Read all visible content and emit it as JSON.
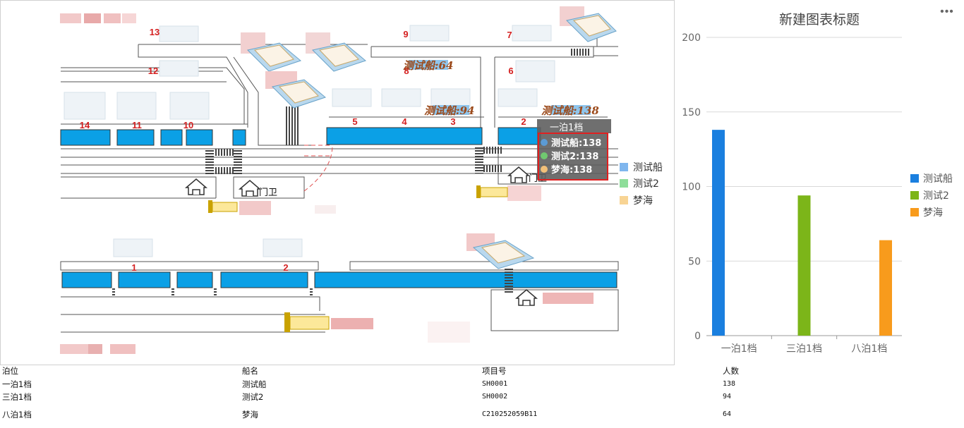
{
  "map": {
    "gate_labels": [
      "门卫",
      "门卫"
    ],
    "ship_labels": [
      {
        "text": "测试船:64"
      },
      {
        "text": "测试船:94"
      },
      {
        "text": "测试船:138"
      }
    ],
    "berth_numbers_top": [
      "13",
      "12",
      "14",
      "11",
      "10",
      "9",
      "8",
      "7",
      "6",
      "5",
      "4",
      "3",
      "2"
    ],
    "berth_numbers_bottom": [
      "1",
      "2"
    ],
    "tooltip": {
      "title": "一泊1档",
      "rows": [
        {
          "label": "测试船:138",
          "color": "#5b9bd5"
        },
        {
          "label": "测试2:138",
          "color": "#70c970"
        },
        {
          "label": "梦海:138",
          "color": "#f2c079"
        }
      ],
      "highlight_color": "#e02020"
    },
    "legend": [
      {
        "name": "测试船",
        "color": "#7fb6ee"
      },
      {
        "name": "测试2",
        "color": "#8ede9a"
      },
      {
        "name": "梦海",
        "color": "#f8d494"
      }
    ]
  },
  "chart": {
    "more_icon": "more-horizontal-icon",
    "chart_data": {
      "type": "bar",
      "title": "新建图表标题",
      "categories": [
        "一泊1档",
        "三泊1档",
        "八泊1档"
      ],
      "series": [
        {
          "name": "测试船",
          "color": "#1a7fdf",
          "values": [
            138,
            null,
            null
          ]
        },
        {
          "name": "测试2",
          "color": "#7cb519",
          "values": [
            null,
            94,
            null
          ]
        },
        {
          "name": "梦海",
          "color": "#f89b1c",
          "values": [
            null,
            null,
            64
          ]
        }
      ],
      "ylim": [
        0,
        200
      ],
      "yticks": [
        0,
        50,
        100,
        150,
        200
      ],
      "grid": true,
      "legend_position": "right"
    }
  },
  "table": {
    "headers": [
      "泊位",
      "船名",
      "项目号",
      "人数"
    ],
    "rows": [
      [
        "一泊1档",
        "测试船",
        "SH0001",
        "138"
      ],
      [
        "三泊1档",
        "测试2",
        "SH0002",
        "94"
      ],
      [
        "八泊1档",
        "梦海",
        "C210252059B11",
        "64"
      ]
    ]
  }
}
